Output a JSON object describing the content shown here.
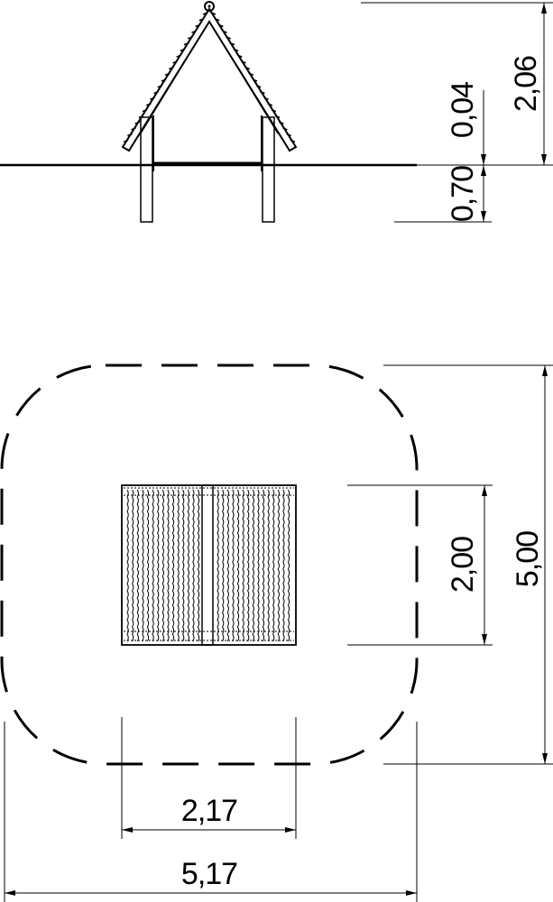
{
  "drawing": {
    "elevation_view": {
      "dimensions": {
        "total_height": "2,06",
        "ground_offset": "0,04",
        "foundation_depth": "0,70"
      }
    },
    "plan_view": {
      "dimensions": {
        "safety_zone_depth": "5,00",
        "equipment_depth": "2,00",
        "equipment_width": "2,17",
        "safety_zone_width": "5,17"
      }
    }
  }
}
